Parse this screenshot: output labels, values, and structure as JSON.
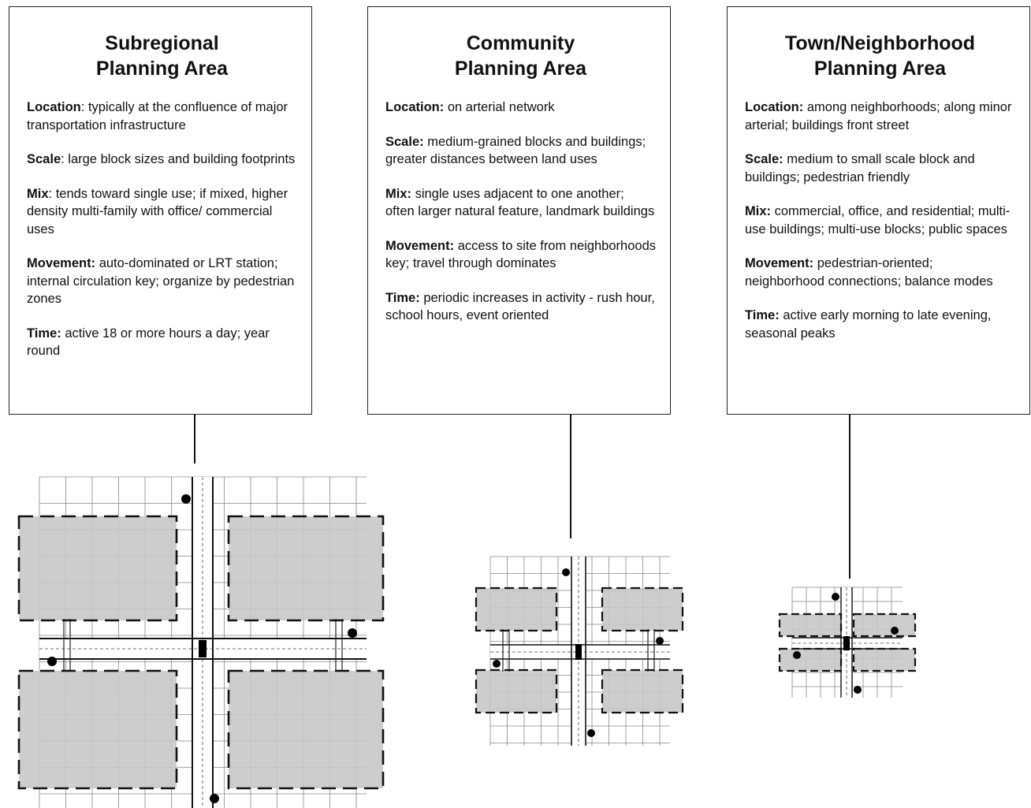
{
  "panels": [
    {
      "title": [
        "Subregional",
        "Planning Area"
      ],
      "attributes": [
        {
          "key": "Location",
          "sep": ": ",
          "value": "typically at the confluence of major transportation infrastructure"
        },
        {
          "key": "Scale",
          "sep": ": ",
          "value": "large block sizes and building footprints"
        },
        {
          "key": "Mix",
          "sep": ": ",
          "value": "tends toward single use; if mixed, higher density multi-family with office/ commercial uses"
        },
        {
          "key": "Movement:",
          "sep": " ",
          "value": "auto-dominated or LRT station; internal circulation key; organize by pedestrian zones"
        },
        {
          "key": "Time:",
          "sep": " ",
          "value": "active 18 or more hours a day; year round"
        }
      ]
    },
    {
      "title": [
        "Community",
        "Planning Area"
      ],
      "attributes": [
        {
          "key": "Location:",
          "sep": " ",
          "value": "on arterial network"
        },
        {
          "key": "Scale:",
          "sep": " ",
          "value": "medium-grained blocks and buildings; greater distances between land uses"
        },
        {
          "key": "Mix:",
          "sep": " ",
          "value": "single uses adjacent to one another; often larger natural feature, landmark buildings"
        },
        {
          "key": "Movement:",
          "sep": " ",
          "value": "access to site from neighborhoods key; travel through dominates"
        },
        {
          "key": "Time:",
          "sep": " ",
          "value": "periodic increases in activity - rush hour, school hours, event oriented"
        }
      ]
    },
    {
      "title": [
        "Town/Neighborhood",
        "Planning Area"
      ],
      "attributes": [
        {
          "key": "Location:",
          "sep": " ",
          "value": "among neighborhoods; along minor arterial; buildings front street"
        },
        {
          "key": "Scale:",
          "sep": " ",
          "value": "medium to small scale block and buildings; pedestrian friendly"
        },
        {
          "key": "Mix:",
          "sep": " ",
          "value": "commercial, office, and residential; multi-use buildings; multi-use blocks; public spaces"
        },
        {
          "key": "Movement:",
          "sep": " ",
          "value": "pedestrian-oriented; neighborhood connections; balance modes"
        },
        {
          "key": "Time:",
          "sep": " ",
          "value": "active early morning to late evening, seasonal peaks"
        }
      ]
    }
  ],
  "colors": {
    "border": "#222222",
    "grid": "#8a8a8a",
    "zone_fill": "#c8c8c8",
    "marker": "#000000",
    "background": "#ffffff"
  }
}
